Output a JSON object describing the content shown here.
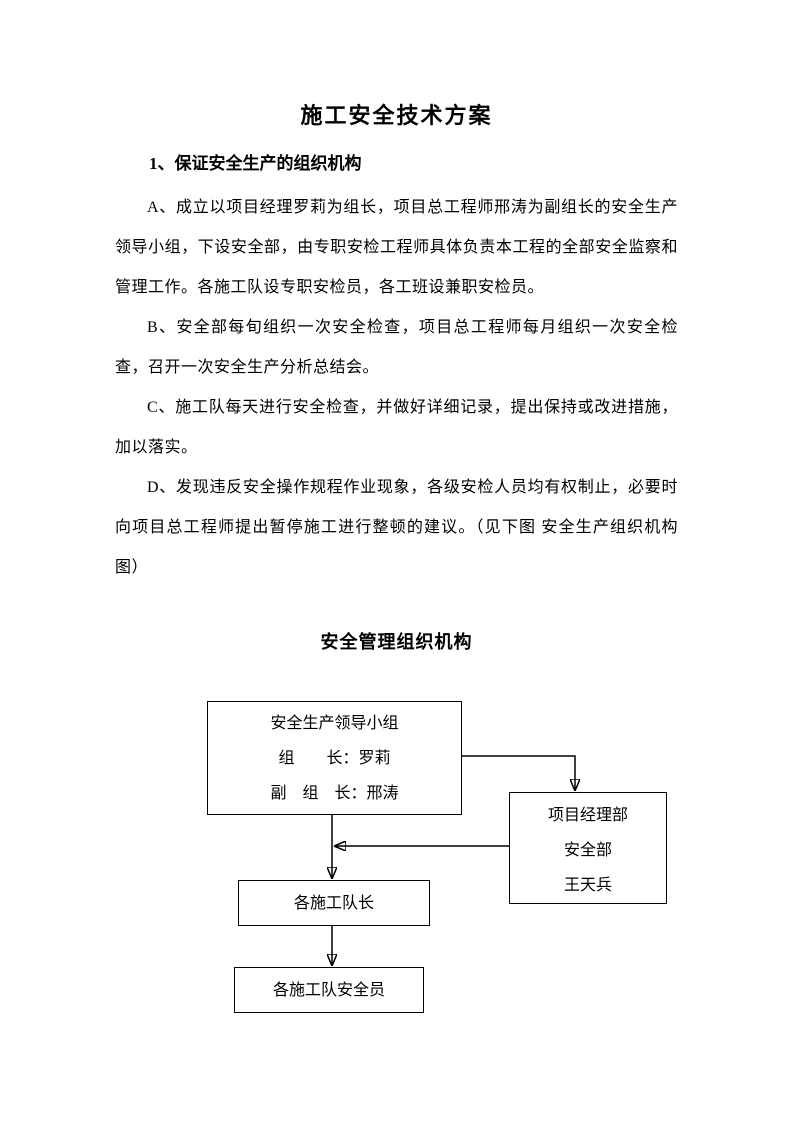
{
  "page": {
    "title": "施工安全技术方案",
    "section_heading": "1、保证安全生产的组织机构",
    "paragraphs": [
      "A、成立以项目经理罗莉为组长，项目总工程师邢涛为副组长的安全生产领导小组，下设安全部，由专职安检工程师具体负责本工程的全部安全监察和管理工作。各施工队设专职安检员，各工班设兼职安检员。",
      "B、安全部每旬组织一次安全检查，项目总工程师每月组织一次安全检查，召开一次安全生产分析总结会。",
      "C、施工队每天进行安全检查，并做好详细记录，提出保持或改进措施，加以落实。",
      "D、发现违反安全操作规程作业现象，各级安检人员均有权制止，必要时向项目总工程师提出暂停施工进行整顿的建议。（见下图 安全生产组织机构图）"
    ],
    "diagram": {
      "heading": "安全管理组织机构",
      "boxes": {
        "leadership": {
          "lines": [
            "安全生产领导小组",
            "组　　长：罗莉",
            "副　组　长：邢涛"
          ]
        },
        "pm_dept": {
          "lines": [
            "项目经理部",
            "安全部",
            "王天兵"
          ]
        },
        "team_leaders": {
          "label": "各施工队长"
        },
        "team_safety_officers": {
          "label": "各施工队安全员"
        }
      }
    },
    "colors": {
      "text": "#000000",
      "background": "#ffffff",
      "line": "#000000"
    }
  }
}
